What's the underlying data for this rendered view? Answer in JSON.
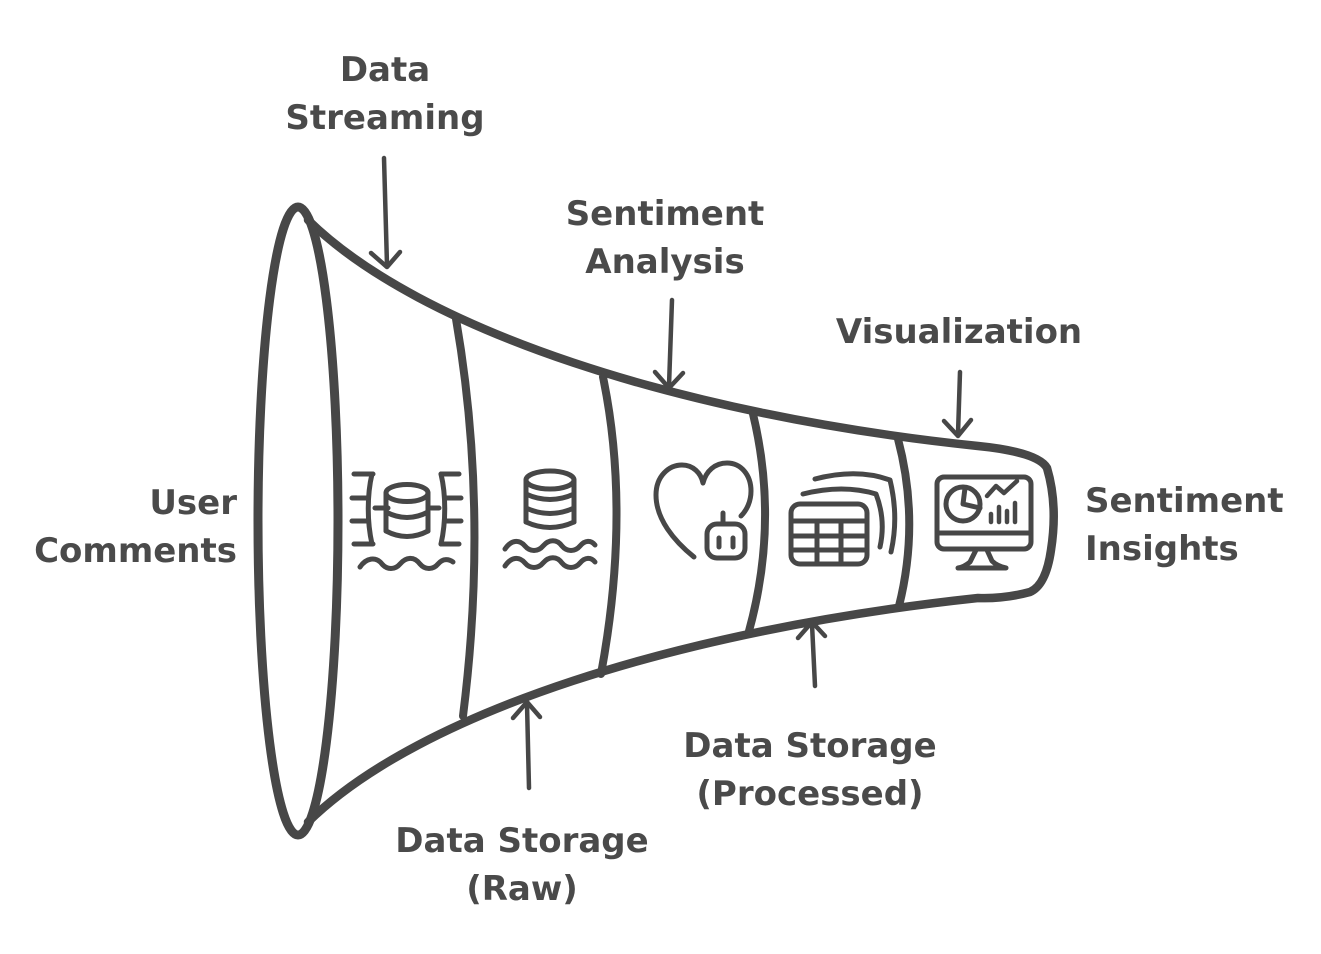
{
  "diagram": {
    "type": "funnel-pipeline",
    "colors": {
      "stroke": "#474747",
      "text": "#4a4a4a",
      "background": "#ffffff"
    },
    "input_label": {
      "line1": "User",
      "line2": "Comments"
    },
    "output_label": {
      "line1": "Sentiment",
      "line2": "Insights"
    },
    "stages": [
      {
        "id": "data-streaming",
        "label_line1": "Data",
        "label_line2": "Streaming",
        "label_position": "top",
        "icon": "database-stream-icon"
      },
      {
        "id": "data-storage-raw",
        "label_line1": "Data Storage",
        "label_line2": "(Raw)",
        "label_position": "bottom",
        "icon": "database-waves-icon"
      },
      {
        "id": "sentiment-analysis",
        "label_line1": "Sentiment",
        "label_line2": "Analysis",
        "label_position": "top",
        "icon": "heart-robot-icon"
      },
      {
        "id": "data-storage-processed",
        "label_line1": "Data Storage",
        "label_line2": "(Processed)",
        "label_position": "bottom",
        "icon": "table-stack-icon"
      },
      {
        "id": "visualization",
        "label_line1": "Visualization",
        "label_line2": "",
        "label_position": "top",
        "icon": "monitor-charts-icon"
      }
    ]
  }
}
